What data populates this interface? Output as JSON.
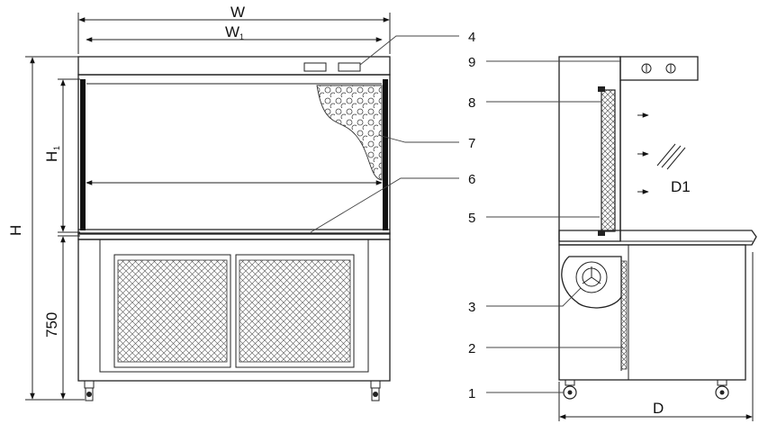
{
  "dimensions": {
    "width": "W",
    "inner_width_main": "W",
    "inner_width_sub": "1",
    "height": "H",
    "work_height_main": "H",
    "work_height_sub": "1",
    "base_height": "750",
    "depth": "D",
    "airflow": "D1"
  },
  "callouts": [
    "1",
    "2",
    "3",
    "4",
    "5",
    "6",
    "7",
    "8",
    "9"
  ]
}
